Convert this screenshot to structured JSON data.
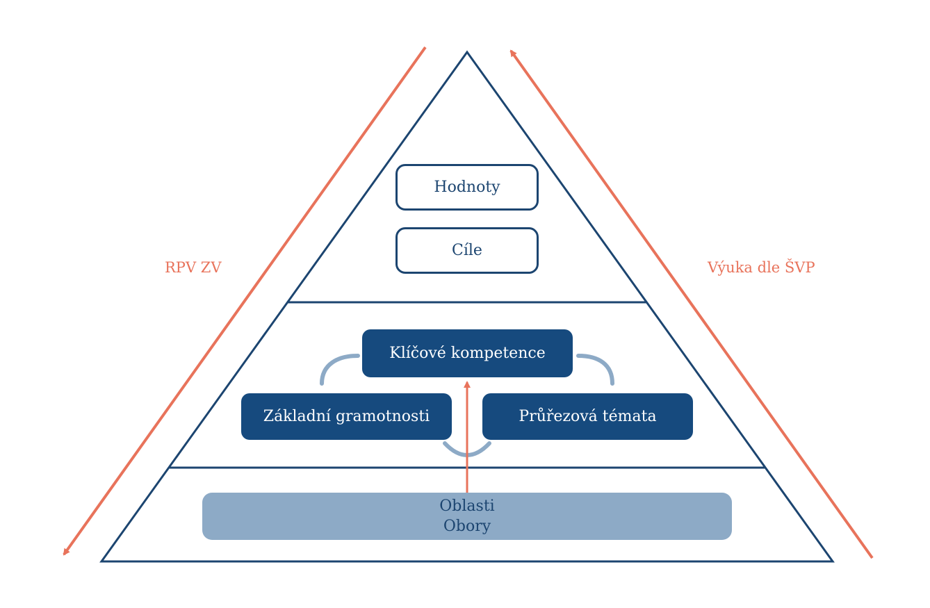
{
  "colors": {
    "outline": "#1c4570",
    "filled_box": "#164a7e",
    "light_box": "#8daac6",
    "connector": "#8daac6",
    "arrow": "#e8735b"
  },
  "side_labels": {
    "left": "RPV ZV",
    "right": "Výuka dle ŠVP"
  },
  "top_level": {
    "values": "Hodnoty",
    "goals": "Cíle"
  },
  "middle_level": {
    "key_competences": "Klíčové kompetence",
    "basic_literacies": "Základní gramotnosti",
    "cross_curricular": "Průřezová témata"
  },
  "bottom_level": {
    "line1": "Oblasti",
    "line2": "Obory"
  }
}
